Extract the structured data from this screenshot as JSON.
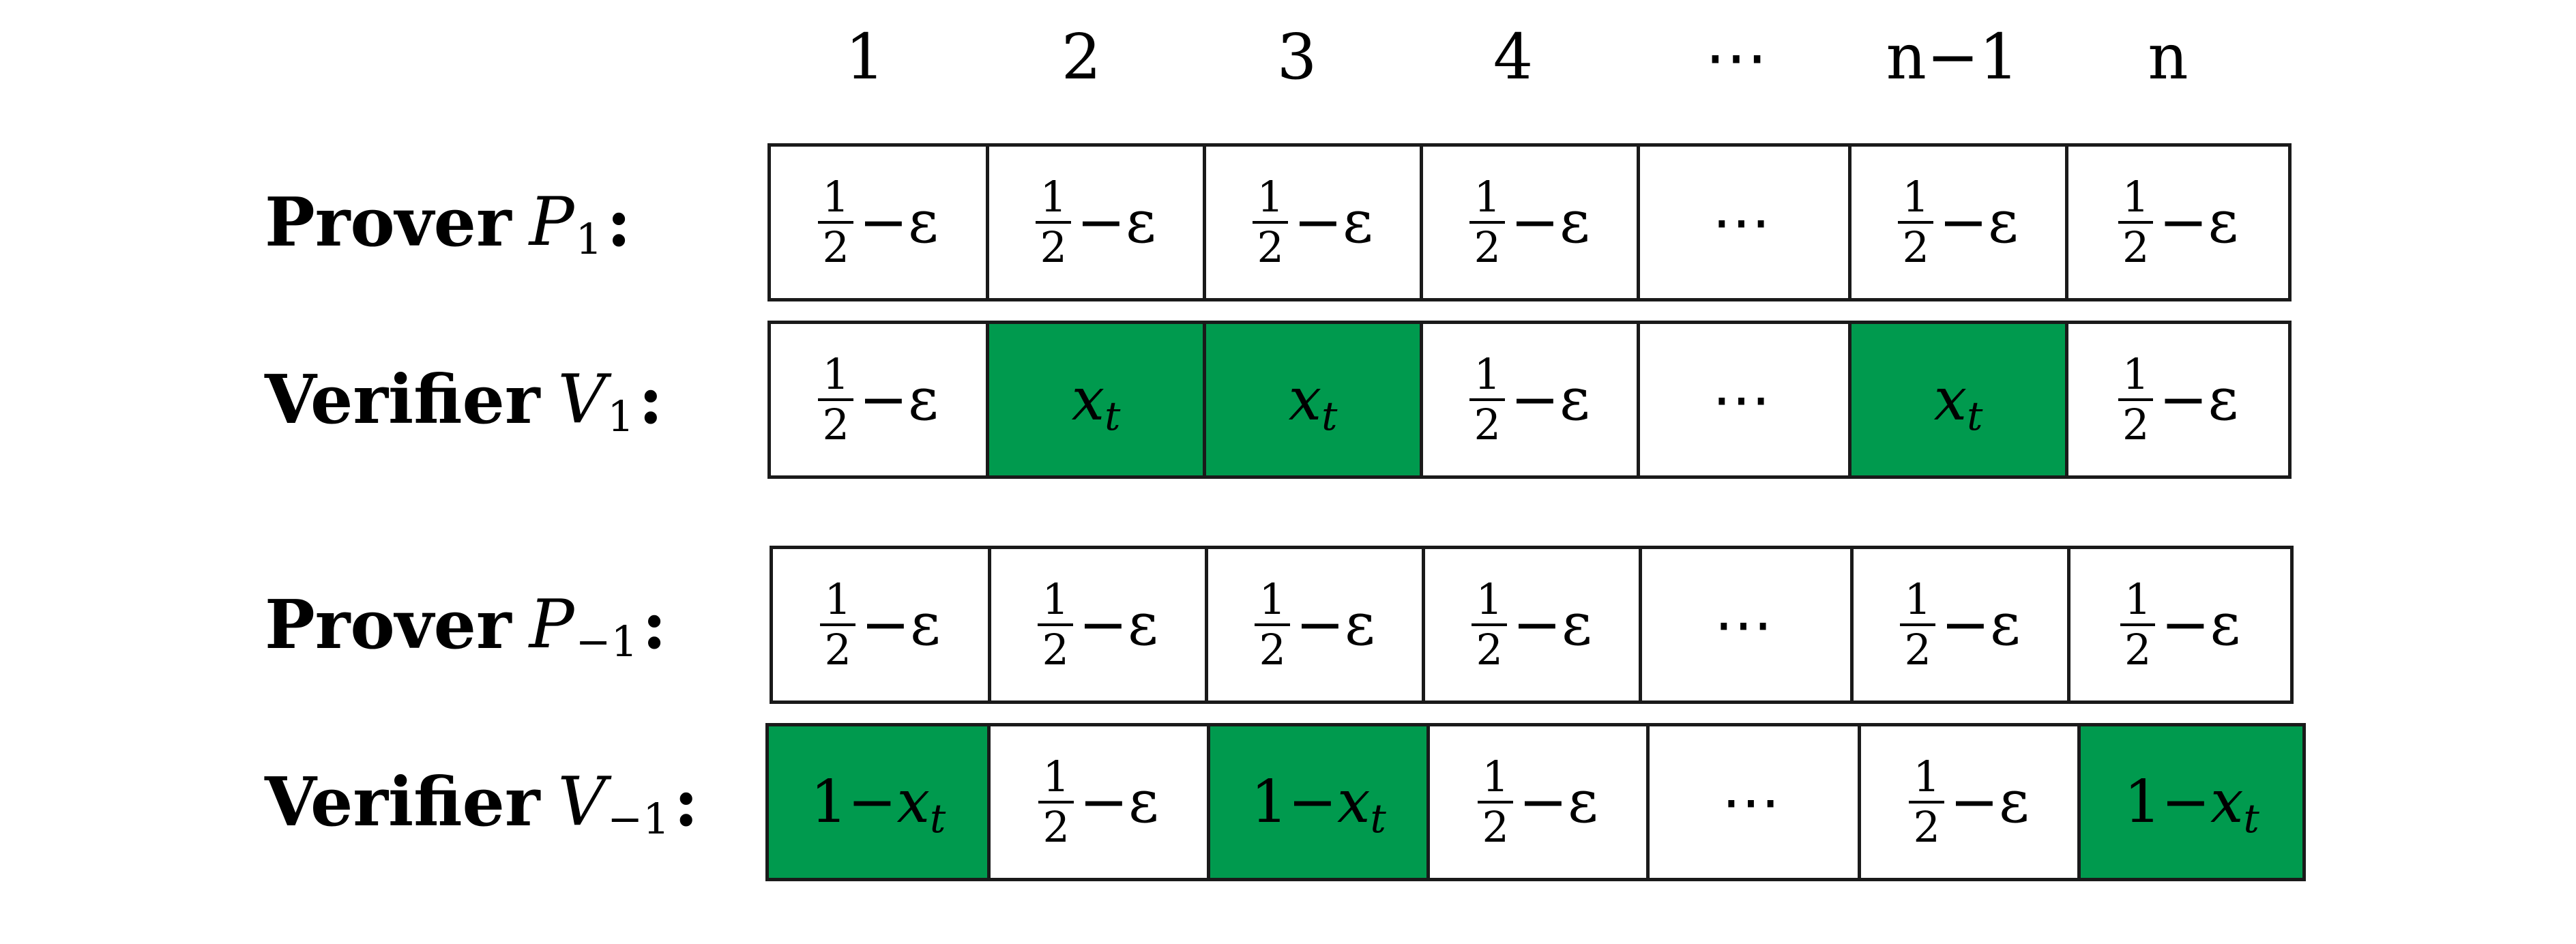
{
  "columns": [
    "1",
    "2",
    "3",
    "4",
    "⋯",
    "n−1",
    "n"
  ],
  "cell_values": {
    "half_eps": {
      "num": "1",
      "den": "2",
      "rest": "−ε"
    },
    "x_t": {
      "var": "x",
      "sub": "t"
    },
    "one_minus_x_t": {
      "pre": "1−",
      "var": "x",
      "sub": "t"
    },
    "ellipsis": "⋯"
  },
  "rows": [
    {
      "label_word": "Prover",
      "label_sym": "P",
      "label_sub": "1",
      "colon": ":",
      "cells": [
        "half_eps",
        "half_eps",
        "half_eps",
        "half_eps",
        "ellipsis",
        "half_eps",
        "half_eps"
      ]
    },
    {
      "label_word": "Verifier",
      "label_sym": "V",
      "label_sub": "1",
      "colon": ":",
      "cells": [
        "half_eps",
        "x_t",
        "x_t",
        "half_eps",
        "ellipsis",
        "x_t",
        "half_eps"
      ]
    },
    {
      "label_word": "Prover",
      "label_sym": "P",
      "label_sub": "−1",
      "colon": ":",
      "cells": [
        "half_eps",
        "half_eps",
        "half_eps",
        "half_eps",
        "ellipsis",
        "half_eps",
        "half_eps"
      ]
    },
    {
      "label_word": "Verifier",
      "label_sym": "V",
      "label_sub": "−1",
      "colon": ":",
      "cells": [
        "one_minus_x_t",
        "half_eps",
        "one_minus_x_t",
        "half_eps",
        "ellipsis",
        "half_eps",
        "one_minus_x_t"
      ]
    }
  ],
  "colors": {
    "highlight": "#009a4e",
    "border": "#1a1a1a"
  }
}
